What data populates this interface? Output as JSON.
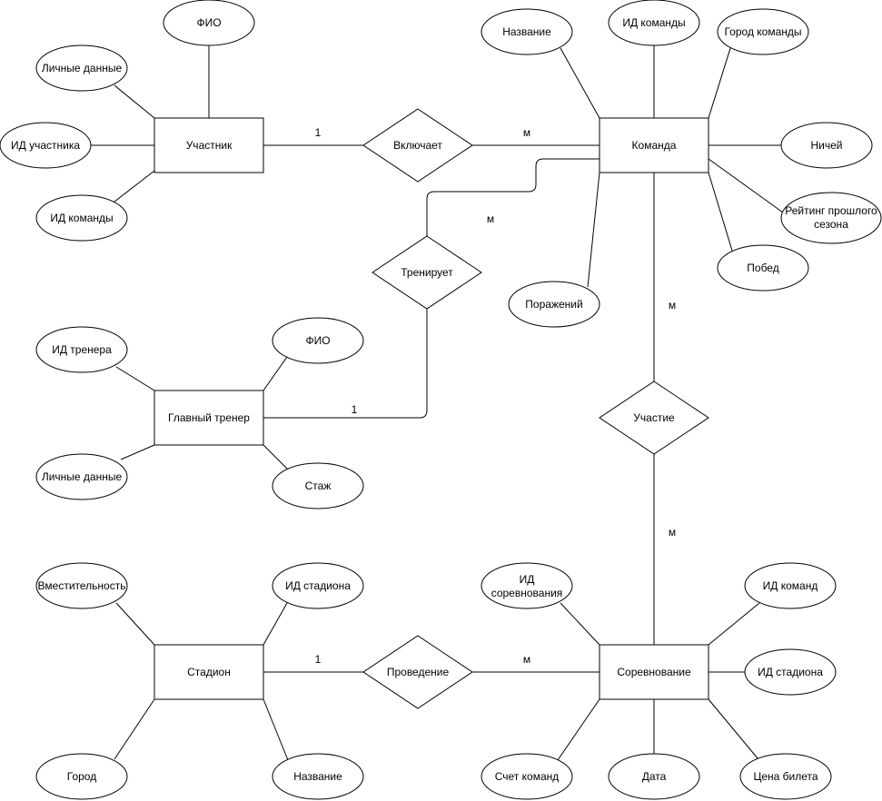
{
  "entities": {
    "participant": "Участник",
    "team": "Команда",
    "coach": "Главный тренер",
    "stadium": "Стадион",
    "competition": "Соревнование"
  },
  "relationships": {
    "includes": "Включает",
    "trains": "Тренирует",
    "participation": "Участие",
    "holding": "Проведение"
  },
  "attributes": {
    "participant_fio": "ФИО",
    "participant_personal": "Личные данные",
    "participant_id": "ИД участника",
    "participant_team_id": "ИД команды",
    "team_name": "Название",
    "team_id": "ИД команды",
    "team_city": "Город команды",
    "team_draws": "Ничей",
    "team_rating": [
      "Рейтинг прошлого",
      "сезона"
    ],
    "team_wins": "Побед",
    "team_losses": "Поражений",
    "coach_id": "ИД тренера",
    "coach_fio": "ФИО",
    "coach_personal": "Личные данные",
    "coach_experience": "Стаж",
    "stadium_capacity": "Вместительность",
    "stadium_id": "ИД стадиона",
    "stadium_city": "Город",
    "stadium_name": "Название",
    "competition_id": [
      "ИД",
      "соревнования"
    ],
    "competition_team_ids": "ИД команд",
    "competition_stadium_id": "ИД стадиона",
    "competition_score": "Счет команд",
    "competition_date": "Дата",
    "competition_ticket_price": "Цена билета"
  },
  "cardinalities": {
    "includes_participant": "1",
    "includes_team": "м",
    "trains_team": "м",
    "trains_coach": "1",
    "participation_team": "м",
    "participation_competition": "м",
    "holding_stadium": "1",
    "holding_competition": "м"
  }
}
